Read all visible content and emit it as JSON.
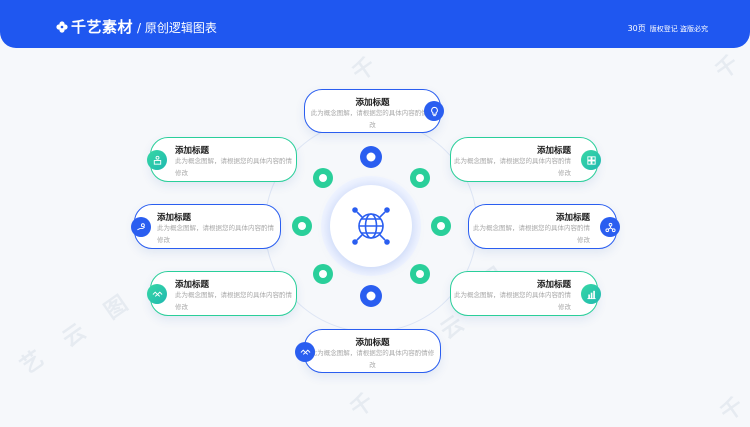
{
  "header": {
    "brand": "千艺素材",
    "subtitle": "/ 原创逻辑图表",
    "pages": "30页",
    "tags": "版权登记 盗版必究"
  },
  "watermark_text": "千 云 图",
  "cards": [
    {
      "id": "top",
      "title": "添加标题",
      "desc": "此为概念图解，请根据您的具体内容酌情修改",
      "icon": "lightbulb-icon"
    },
    {
      "id": "upper-left",
      "title": "添加标题",
      "desc": "此为概念图解，请根据您的具体内容酌情修改",
      "icon": "person-desk-icon"
    },
    {
      "id": "upper-right",
      "title": "添加标题",
      "desc": "此为概念图解，请根据您的具体内容酌情修改",
      "icon": "grid-blocks-icon"
    },
    {
      "id": "mid-left",
      "title": "添加标题",
      "desc": "此为概念图解，请根据您的具体内容酌情修改",
      "icon": "hand-money-icon"
    },
    {
      "id": "mid-right",
      "title": "添加标题",
      "desc": "此为概念图解，请根据您的具体内容酌情修改",
      "icon": "network-icon"
    },
    {
      "id": "lower-left",
      "title": "添加标题",
      "desc": "此为概念图解，请根据您的具体内容酌情修改",
      "icon": "handshake-icon"
    },
    {
      "id": "lower-right",
      "title": "添加标题",
      "desc": "此为概念图解，请根据您的具体内容酌情修改",
      "icon": "bar-chart-icon"
    },
    {
      "id": "bottom",
      "title": "添加标题",
      "desc": "此为概念图解，请根据您的具体内容酌情修改",
      "icon": "handshake-icon"
    }
  ],
  "center_icon": "globe-network-icon",
  "colors": {
    "blue": "#2a5ef0",
    "green": "#2acf9a",
    "header": "#1f57f0"
  }
}
